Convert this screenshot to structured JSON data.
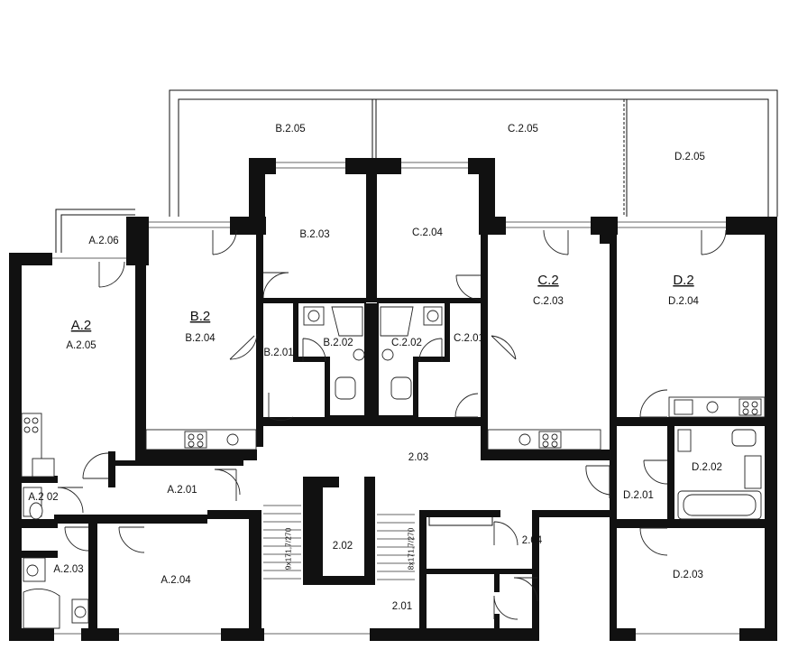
{
  "units": {
    "a": "A.2",
    "b": "B.2",
    "c": "C.2",
    "d": "D.2"
  },
  "rooms": {
    "a_2_05": "A.2.05",
    "a_2_06": "A.2.06",
    "a_2_02": "A.2 02",
    "a_2_01": "A.2.01",
    "a_2_03": "A.2.03",
    "a_2_04": "A.2.04",
    "b_2_05": "B.2.05",
    "b_2_03": "B.2.03",
    "b_2_04": "B.2.04",
    "b_2_01": "B.2.01",
    "b_2_02": "B.2.02",
    "c_2_05": "C.2.05",
    "c_2_04": "C.2.04",
    "c_2_02": "C.2.02",
    "c_2_01": "C.2.01",
    "c_2_03": "C.2.03",
    "d_2_05": "D.2.05",
    "d_2_04": "D.2.04",
    "d_2_02": "D.2.02",
    "d_2_01": "D.2.01",
    "d_2_03": "D.2.03",
    "hall_2_03": "2.03",
    "stair_2_02": "2.02",
    "stair_2_01": "2.01",
    "storage_2_04": "2.04"
  },
  "stairs": {
    "left_flight": "9x171,7/270",
    "right_flight": "8x171,7/270"
  }
}
